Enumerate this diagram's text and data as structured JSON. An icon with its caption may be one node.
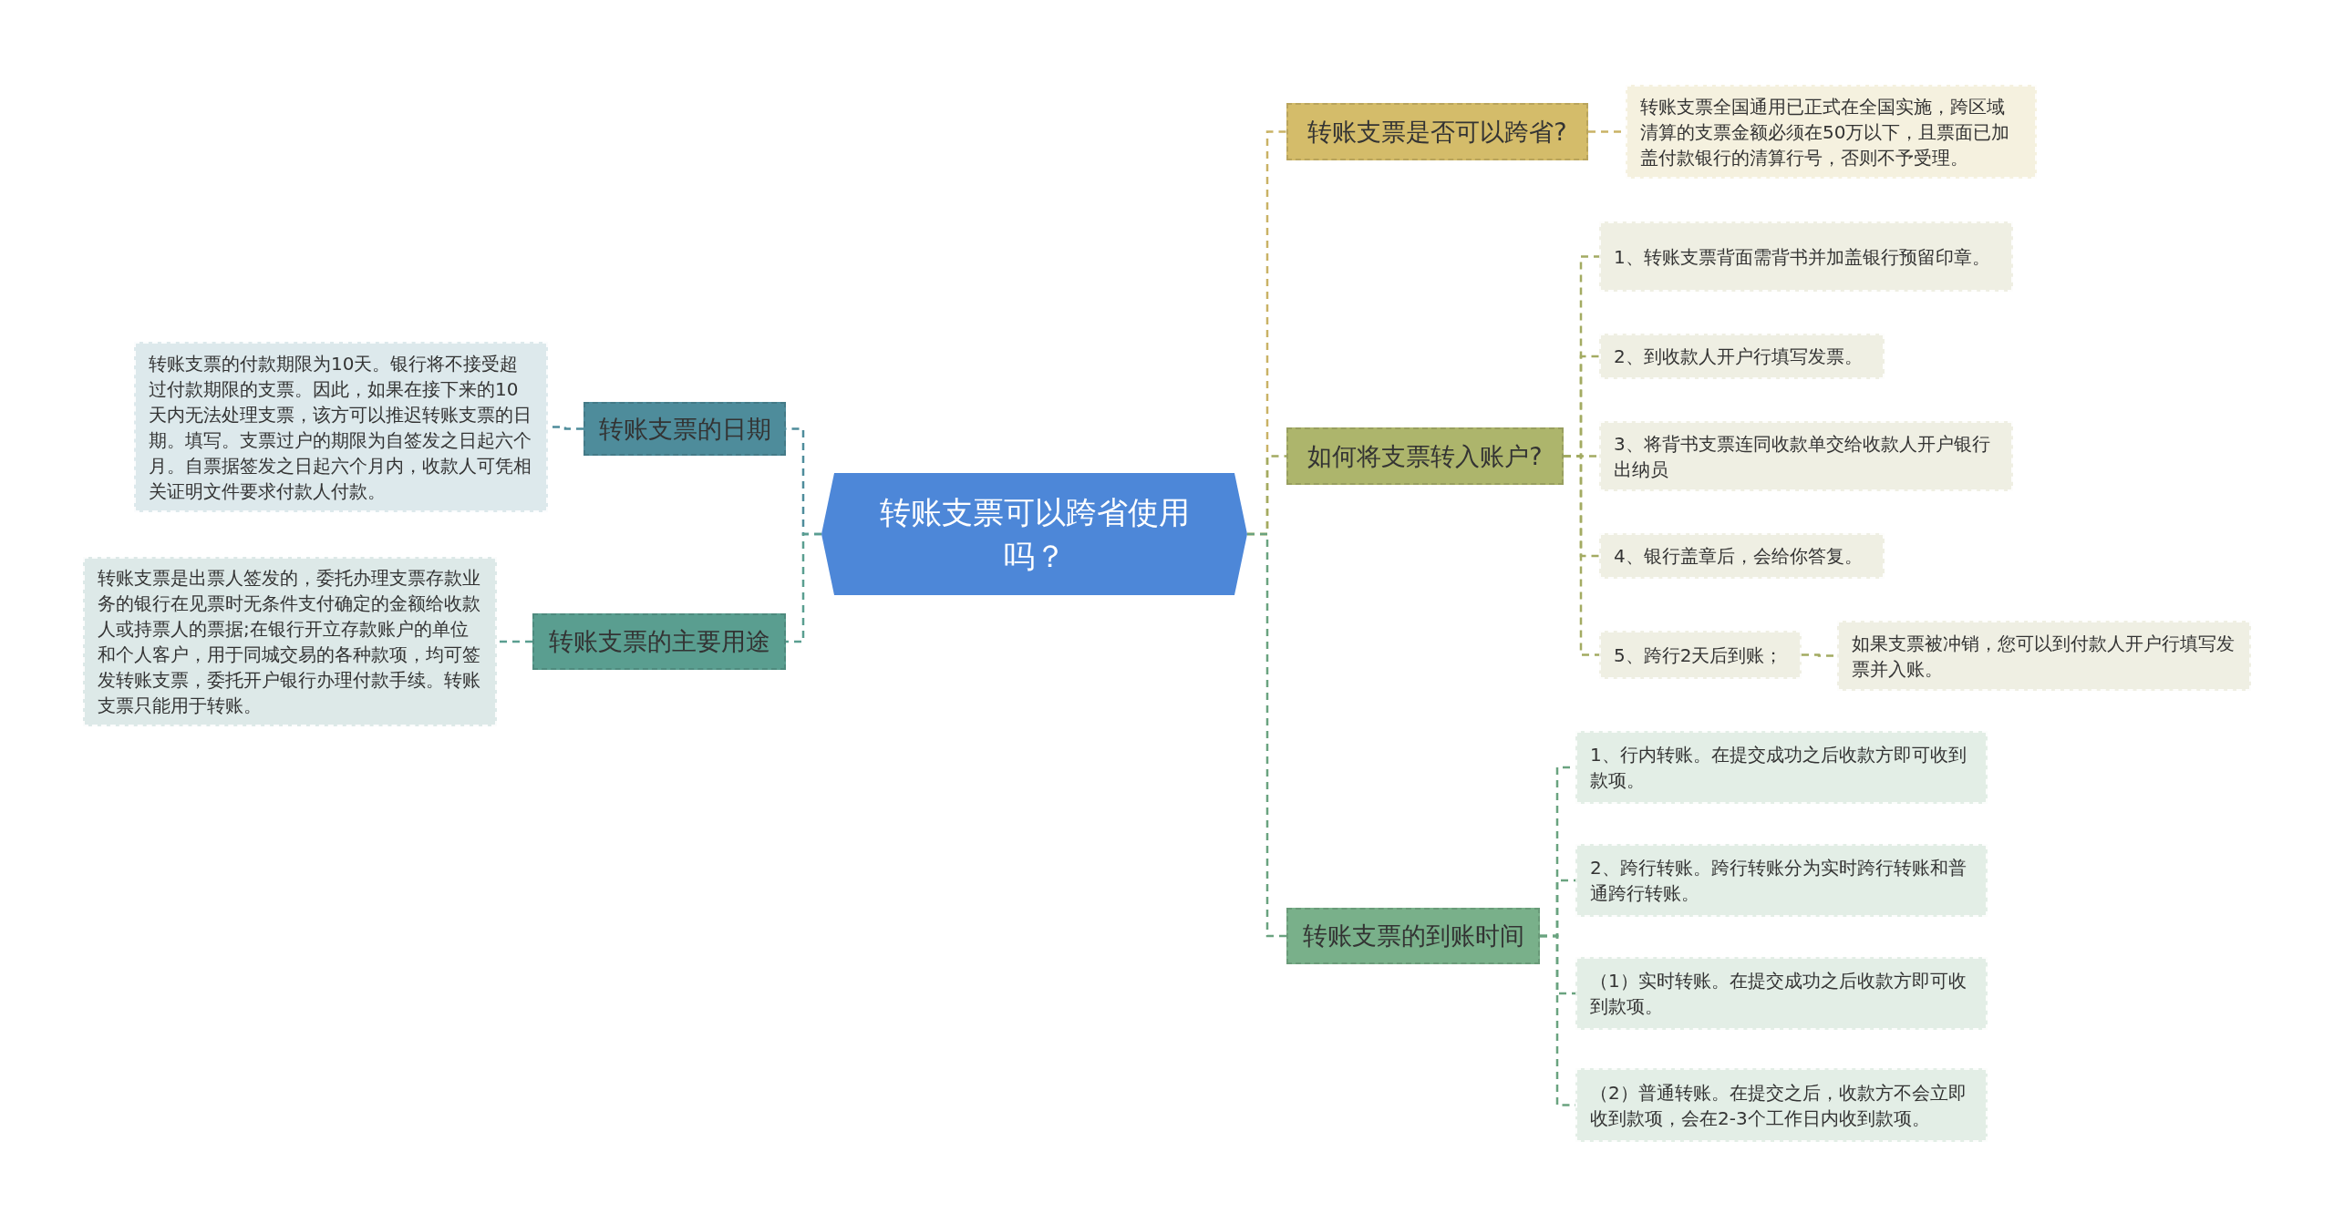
{
  "diagram": {
    "nodes": [
      {
        "text": [
          "转账支票可以跨省使用吗？"
        ]
      },
      {
        "text": [
          "转账支票的日期"
        ]
      },
      {
        "text": [
          "转账支票的付款期限为10天。银行将不接受超过付款期限的支票。因此，如果在接下来的10天内无法处理支票，该方可以推迟转账支票的日期。填写。支票过户的期限为自签发之日起六个月。自票据签发之日起六个月内，收款人可凭相关证明文件要求付款人付款。"
        ]
      },
      {
        "text": [
          "转账支票的主要用途"
        ]
      },
      {
        "text": [
          "转账支票是出票人签发的，委托办理支票存款业务的银行在见票时无条件支付确定的金额给收款人或持票人的票据;在银行开立存款账户的单位和个人客户，用于同城交易的各种款项，均可签发转账支票，委托开户银行办理付款手续。转账支票只能用于转账。"
        ]
      },
      {
        "text": [
          "转账支票是否可以跨省?"
        ]
      },
      {
        "text": [
          "转账支票全国通用已正式在全国实施，跨区域清算的支票金额必须在50万以下，且票面已加盖付款银行的清算行号，否则不予受理。"
        ]
      },
      {
        "text": [
          "如何将支票转入账户?"
        ]
      },
      {
        "text": [
          "1、转账支票背面需背书并加盖银行预留印章。"
        ]
      },
      {
        "text": [
          "2、到收款人开户行填写发票。"
        ]
      },
      {
        "text": [
          "3、将背书支票连同收款单交给收款人开户银行出纳员"
        ]
      },
      {
        "text": [
          "4、银行盖章后，会给你答复。"
        ]
      },
      {
        "text": [
          "5、跨行2天后到账；"
        ]
      },
      {
        "text": [
          "如果支票被冲销，您可以到付款人开户行填写发票并入账。"
        ]
      },
      {
        "text": [
          "转账支票的到账时间"
        ]
      },
      {
        "text": [
          "1、行内转账。在提交成功之后收款方即可收到款项。"
        ]
      },
      {
        "text": [
          "2、跨行转账。跨行转账分为实时跨行转账和普通跨行转账。"
        ]
      },
      {
        "text": [
          "（1）实时转账。在提交成功之后收款方即可收到款项。"
        ]
      },
      {
        "text": [
          "（2）普通转账。在提交之后，收款方不会立即收到款项，会在2-3个工作日内收到款项。"
        ]
      }
    ],
    "edges": [
      {
        "from": 0,
        "to": 1,
        "arrow": "none",
        "style": "dashed",
        "color": "#4e8c9b"
      },
      {
        "from": 1,
        "to": 2,
        "arrow": "none",
        "style": "dashed",
        "color": "#4e8c9b"
      },
      {
        "from": 0,
        "to": 3,
        "arrow": "none",
        "style": "dashed",
        "color": "#5a9e90"
      },
      {
        "from": 3,
        "to": 4,
        "arrow": "none",
        "style": "dashed",
        "color": "#5a9e90"
      },
      {
        "from": 0,
        "to": 5,
        "arrow": "none",
        "style": "dashed",
        "color": "#c9b265"
      },
      {
        "from": 5,
        "to": 6,
        "arrow": "none",
        "style": "dashed",
        "color": "#c9b265"
      },
      {
        "from": 0,
        "to": 7,
        "arrow": "none",
        "style": "dashed",
        "color": "#a3ab62"
      },
      {
        "from": 7,
        "to": 8,
        "arrow": "none",
        "style": "dashed",
        "color": "#a3ab62"
      },
      {
        "from": 7,
        "to": 9,
        "arrow": "none",
        "style": "dashed",
        "color": "#a3ab62"
      },
      {
        "from": 7,
        "to": 10,
        "arrow": "none",
        "style": "dashed",
        "color": "#a3ab62"
      },
      {
        "from": 7,
        "to": 11,
        "arrow": "none",
        "style": "dashed",
        "color": "#a3ab62"
      },
      {
        "from": 7,
        "to": 12,
        "arrow": "none",
        "style": "dashed",
        "color": "#a3ab62"
      },
      {
        "from": 12,
        "to": 13,
        "arrow": "none",
        "style": "dashed",
        "color": "#a3ab62"
      },
      {
        "from": 0,
        "to": 14,
        "arrow": "none",
        "style": "dashed",
        "color": "#6aa37f"
      },
      {
        "from": 14,
        "to": 15,
        "arrow": "none",
        "style": "dashed",
        "color": "#6aa37f"
      },
      {
        "from": 14,
        "to": 16,
        "arrow": "none",
        "style": "dashed",
        "color": "#6aa37f"
      },
      {
        "from": 14,
        "to": 17,
        "arrow": "none",
        "style": "dashed",
        "color": "#6aa37f"
      },
      {
        "from": 14,
        "to": 18,
        "arrow": "none",
        "style": "dashed",
        "color": "#6aa37f"
      }
    ]
  }
}
